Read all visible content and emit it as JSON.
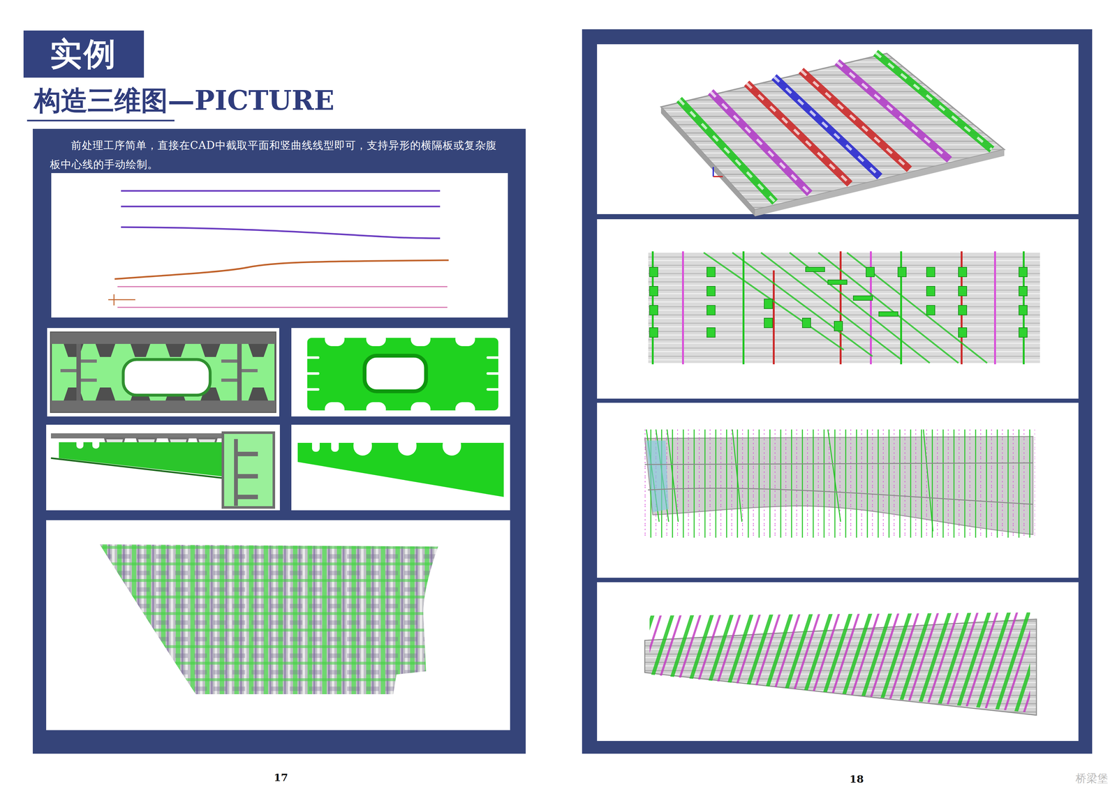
{
  "diagram": {
    "title": "构造三维图—PICTURE",
    "nodes": [
      {
        "text": [
          "实例"
        ]
      },
      {
        "text": [
          "前处理工序简单，直接在CAD中截取平面和竖曲线线型即可，支持异形的横隔板或复杂腹板中心线的手动绘制。"
        ]
      }
    ],
    "labels": [
      "17",
      "18",
      "桥梁堡"
    ]
  }
}
